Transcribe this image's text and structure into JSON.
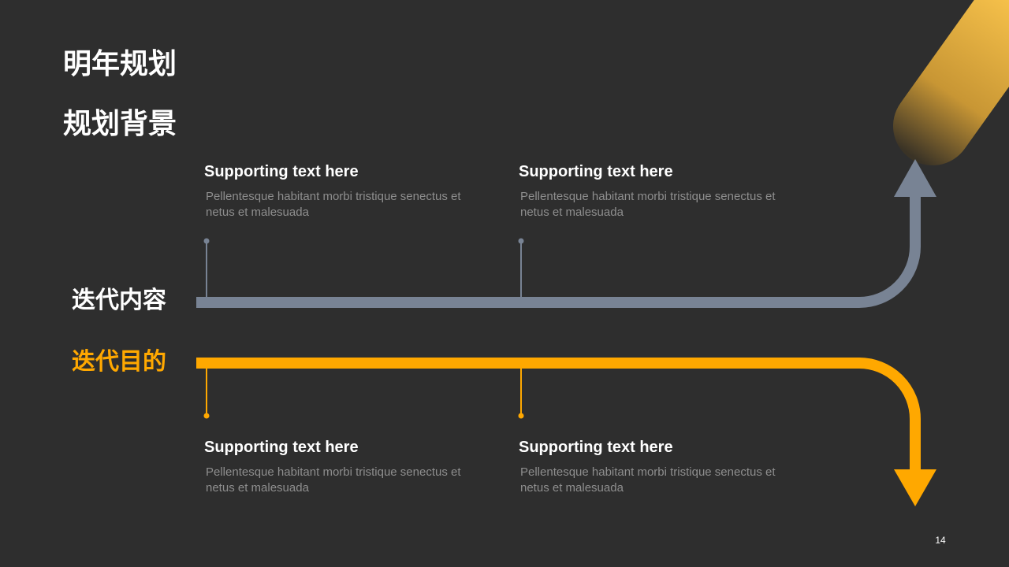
{
  "header": {
    "title": "明年规划",
    "subtitle": "规划背景"
  },
  "labels": {
    "content": "迭代内容",
    "purpose": "迭代目的"
  },
  "cards": [
    {
      "heading": "Supporting text here",
      "body": "Pellentesque habitant morbi tristique senectus et netus et malesuada"
    },
    {
      "heading": "Supporting text here",
      "body": "Pellentesque habitant morbi tristique senectus et netus et malesuada"
    },
    {
      "heading": "Supporting text here",
      "body": "Pellentesque habitant morbi tristique senectus et netus et malesuada"
    },
    {
      "heading": "Supporting text here",
      "body": "Pellentesque habitant morbi tristique senectus et netus et malesuada"
    }
  ],
  "page_number": "14",
  "colors": {
    "background": "#2e2e2e",
    "gray_track": "#788394",
    "orange_track": "#ffa800",
    "gold_accent": "#f5c04a"
  }
}
